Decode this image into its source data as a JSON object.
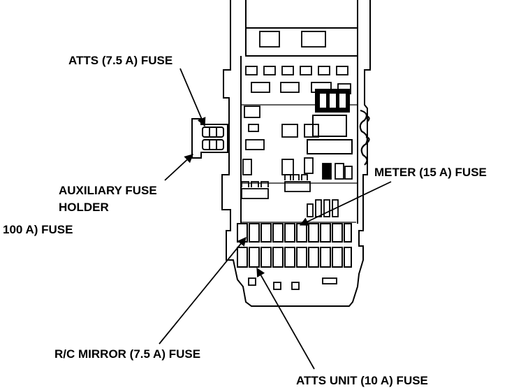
{
  "callouts": {
    "atts_fuse": "ATTS (7.5 A) FUSE",
    "aux_holder_line1": "AUXILIARY FUSE",
    "aux_holder_line2": "HOLDER",
    "partial_fuse": "100 A) FUSE",
    "meter_fuse": "METER (15 A) FUSE",
    "rc_mirror_fuse": "R/C MIRROR (7.5 A) FUSE",
    "atts_unit_fuse": "ATTS UNIT (10 A) FUSE"
  },
  "colors": {
    "ink": "#000000",
    "paper": "#ffffff"
  }
}
